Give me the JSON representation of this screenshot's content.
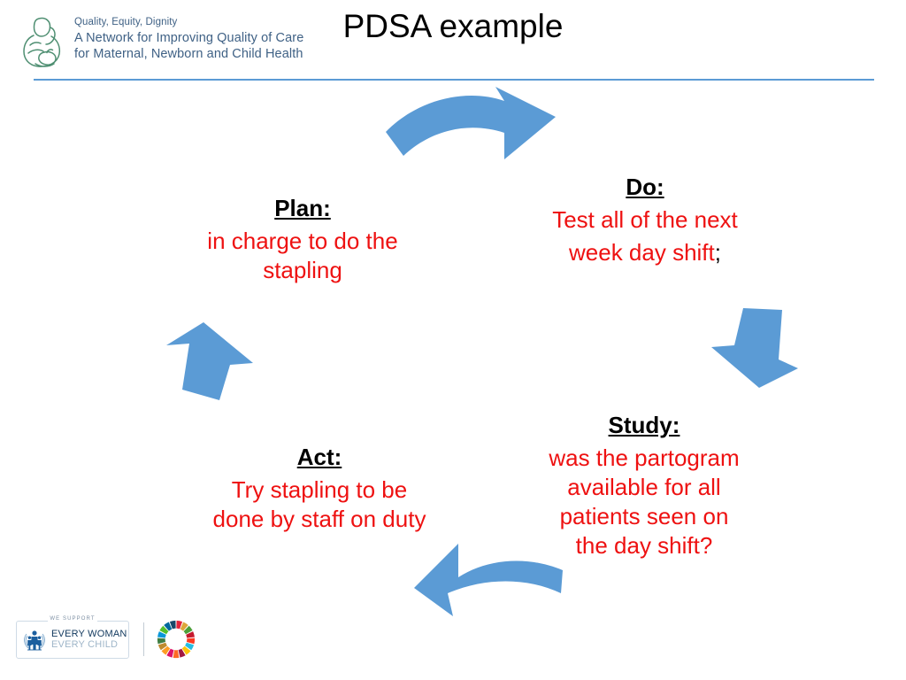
{
  "slide": {
    "title": "PDSA example",
    "background_color": "#ffffff",
    "accent_color": "#5b9bd5",
    "body_text_color": "#ee1111",
    "heading_text_color": "#000000"
  },
  "header": {
    "logo": {
      "mark_name": "mother-and-baby-icon",
      "mark_color": "#4f8f72",
      "tagline": "Quality, Equity, Dignity",
      "line_1": "A Network for Improving Quality of Care",
      "line_2": "for Maternal, Newborn and Child Health",
      "text_color": "#3f6185"
    },
    "rule_color": "#5b9bd5"
  },
  "cycle": {
    "blocks": [
      {
        "id": "plan",
        "heading": "Plan:",
        "body": "in charge to do the stapling",
        "tail": ""
      },
      {
        "id": "do",
        "heading": "Do:",
        "body": "Test all of the next week day shift",
        "tail": ";"
      },
      {
        "id": "study",
        "heading": "Study:",
        "body": "was the partogram available for all patients seen on the day shift?",
        "tail": ""
      },
      {
        "id": "act",
        "heading": "Act:",
        "body": "Try stapling to be done by staff on duty",
        "tail": ""
      }
    ],
    "arrows": [
      {
        "id": "top",
        "icon": "curved-arrow-right-icon",
        "color": "#5b9bd5"
      },
      {
        "id": "right",
        "icon": "arrow-down-icon",
        "color": "#5b9bd5"
      },
      {
        "id": "bottom",
        "icon": "curved-arrow-left-icon",
        "color": "#5b9bd5"
      },
      {
        "id": "left",
        "icon": "arrow-up-icon",
        "color": "#5b9bd5"
      }
    ]
  },
  "footer": {
    "ewec": {
      "support_label": "WE  SUPPORT",
      "emblem_name": "every-woman-every-child-emblem",
      "line_1": "EVERY WOMAN",
      "line_2": "EVERY CHILD"
    },
    "sdg": {
      "icon": "sdg-color-wheel-icon",
      "segment_colors": [
        "#e5243b",
        "#dda63a",
        "#4c9f38",
        "#c5192d",
        "#ff3a21",
        "#26bde2",
        "#fcc30b",
        "#a21942",
        "#fd6925",
        "#dd1367",
        "#fd9d24",
        "#bf8b2e",
        "#3f7e44",
        "#0a97d9",
        "#56c02b",
        "#00689d",
        "#19486a"
      ]
    }
  }
}
